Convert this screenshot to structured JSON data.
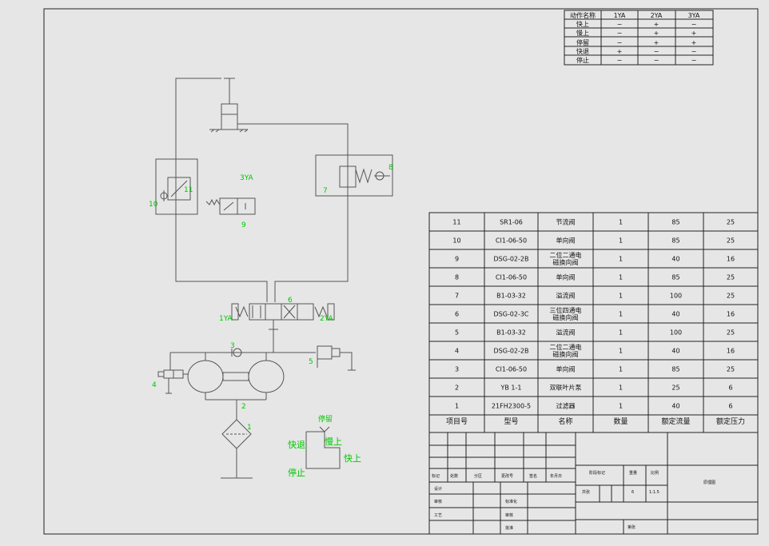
{
  "action_table": {
    "headers": [
      "动作名称",
      "1YA",
      "2YA",
      "3YA"
    ],
    "rows": [
      [
        "快上",
        "−",
        "+",
        "−"
      ],
      [
        "慢上",
        "−",
        "+",
        "+"
      ],
      [
        "停留",
        "−",
        "+",
        "+"
      ],
      [
        "快退",
        "+",
        "−",
        "−"
      ],
      [
        "停止",
        "−",
        "−",
        "−"
      ]
    ]
  },
  "bom": {
    "rows": [
      [
        "11",
        "SR1-06",
        "节流阀",
        "1",
        "85",
        "25"
      ],
      [
        "10",
        "CI1-06-50",
        "单向阀",
        "1",
        "85",
        "25"
      ],
      [
        "9",
        "DSG-02-2B",
        "二位二通电|磁换向阀",
        "1",
        "40",
        "16"
      ],
      [
        "8",
        "CI1-06-50",
        "单向阀",
        "1",
        "85",
        "25"
      ],
      [
        "7",
        "B1-03-32",
        "溢流阀",
        "1",
        "100",
        "25"
      ],
      [
        "6",
        "DSG-02-3C",
        "三位四通电|磁换向阀",
        "1",
        "40",
        "16"
      ],
      [
        "5",
        "B1-03-32",
        "溢流阀",
        "1",
        "100",
        "25"
      ],
      [
        "4",
        "DSG-02-2B",
        "二位二通电|磁换向阀",
        "1",
        "40",
        "16"
      ],
      [
        "3",
        "CI1-06-50",
        "单向阀",
        "1",
        "85",
        "25"
      ],
      [
        "2",
        "YB 1-1",
        "双联叶片泵",
        "1",
        "25",
        "6"
      ],
      [
        "1",
        "21FH2300-5",
        "过滤器",
        "1",
        "40",
        "6"
      ]
    ],
    "headers": [
      "项目号",
      "型号",
      "名称",
      "数量",
      "额定流量",
      "额定压力"
    ]
  },
  "title_block": {
    "row_labels": [
      "标记",
      "处数",
      "分区",
      "更改号",
      "签名",
      "年月日"
    ],
    "stage_label": "阶段标记",
    "weight_label": "重量",
    "scale_label": "比例",
    "scale_value": "1:1.5",
    "sheet_label": "共张",
    "sheet_num": "6",
    "drawing_title": "原理图",
    "design": "设计",
    "standard": "标准化",
    "review": "审核",
    "craft": "工艺",
    "check": "审核",
    "approve": "批准",
    "page_label": "第张"
  },
  "diagram_labels": {
    "c1": "1",
    "c2": "2",
    "c3": "3",
    "c4": "4",
    "c5": "5",
    "c6": "6",
    "c7": "7",
    "c8": "8",
    "c9": "9",
    "c10": "10",
    "c11": "11",
    "ya1": "1YA",
    "ya2": "2YA",
    "ya3": "3YA"
  },
  "cycle_labels": {
    "stay": "停留",
    "fast_back": "快退",
    "slow_up": "慢上",
    "fast_up": "快上",
    "stop": "停止"
  },
  "colors": {
    "label": "#00c800",
    "lines": "#555555",
    "background": "#e6e6e6"
  }
}
